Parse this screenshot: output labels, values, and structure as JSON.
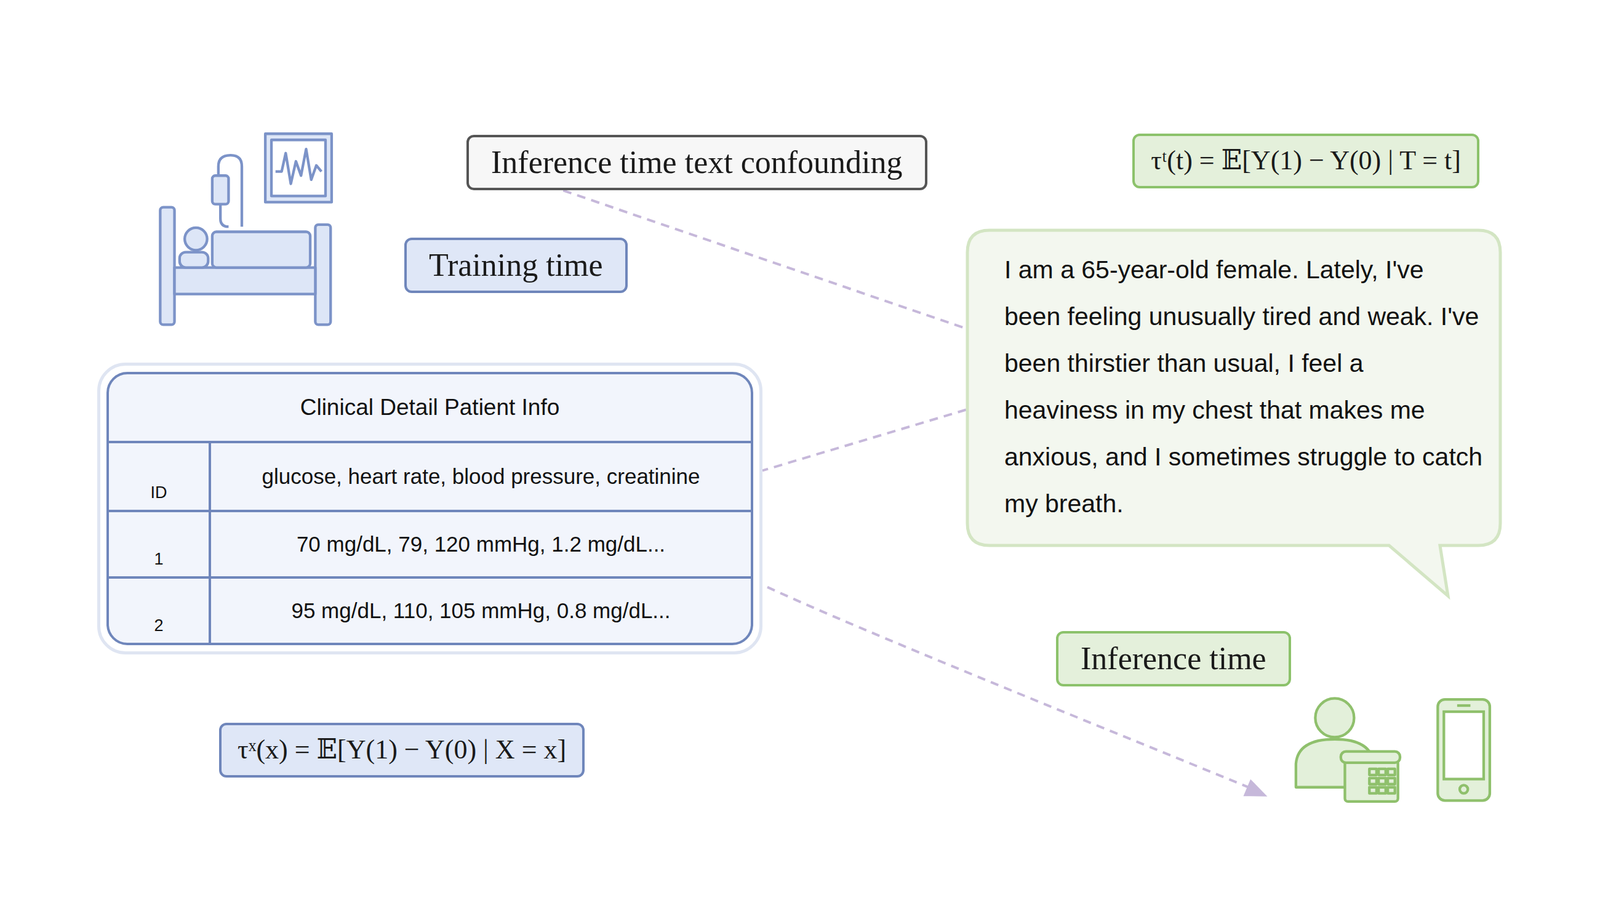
{
  "diagram": {
    "nodes": [
      {
        "text": [
          "Inference time text confounding"
        ]
      },
      {
        "text": [
          "τᵗ(t) = 𝔼[Y(1) − Y(0) | T = t]"
        ]
      },
      {
        "text": [
          "Training time"
        ]
      },
      {
        "text": [
          "I am a 65-year-old female. Lately, I've been feeling unusually tired and weak. I've been thirstier than usual, I feel a heaviness in my chest that makes me anxious, and I sometimes struggle to catch my breath."
        ]
      },
      {
        "text": [
          "Clinical Detail Patient Info"
        ]
      },
      {
        "text": [
          "Inference time"
        ]
      },
      {
        "text": [
          "τˣ(x) = 𝔼[Y(1) − Y(0) | X = x]"
        ]
      }
    ],
    "edges": [
      {
        "from": 0,
        "to": 3,
        "arrow": "none"
      },
      {
        "from": 3,
        "to": 4,
        "arrow": "none"
      }
    ],
    "labels": [
      "ID",
      "glucose, heart rate, blood pressure, creatinine",
      "1",
      "70 mg/dL, 79, 120 mmHg, 1.2 mg/dL...",
      "2",
      "95 mg/dL, 110, 105 mmHg, 0.8 mg/dL..."
    ]
  }
}
